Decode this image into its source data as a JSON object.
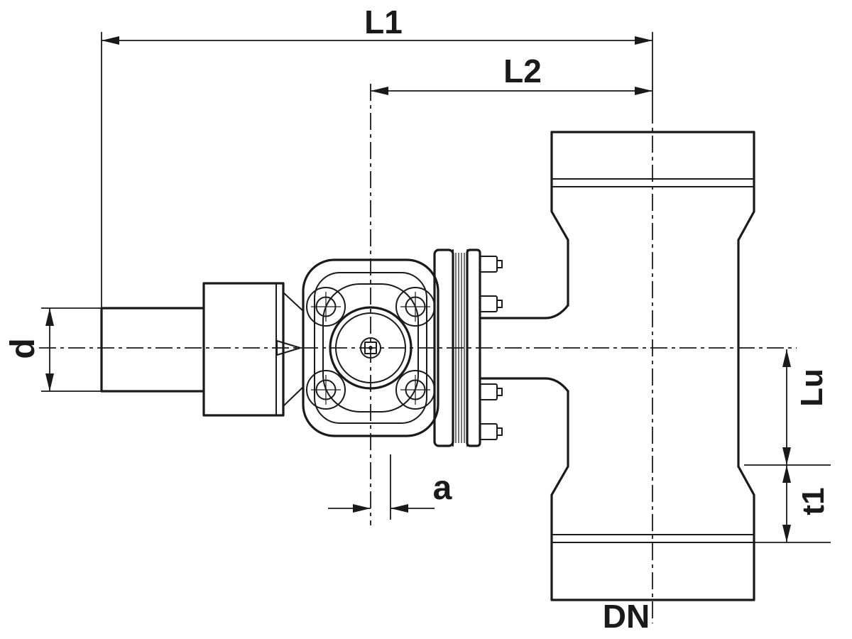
{
  "drawing": {
    "labels": {
      "l1": "L1",
      "l2": "L2",
      "d": "d",
      "a": "a",
      "lu": "Lu",
      "t1": "t1",
      "dn": "DN"
    },
    "colors": {
      "line": "#1a1a1a",
      "background": "#ffffff"
    }
  }
}
